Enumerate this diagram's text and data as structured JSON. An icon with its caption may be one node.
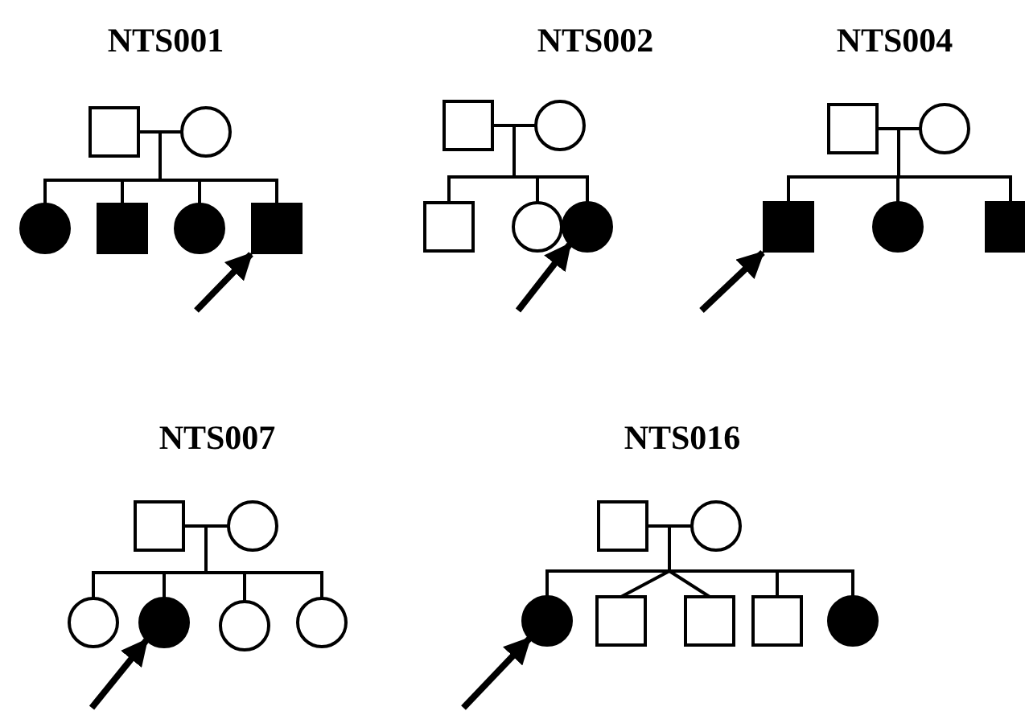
{
  "diagram": {
    "nodes": [
      {
        "text": [],
        "shape": "square"
      },
      {
        "text": [],
        "shape": "circle"
      },
      {
        "text": [],
        "shape": "filled-circle"
      },
      {
        "text": [],
        "shape": "filled-square"
      },
      {
        "text": [],
        "shape": "filled-circle"
      },
      {
        "text": [],
        "shape": "filled-square"
      },
      {
        "text": [],
        "shape": "square"
      },
      {
        "text": [],
        "shape": "circle"
      },
      {
        "text": [],
        "shape": "square"
      },
      {
        "text": [],
        "shape": "circle"
      },
      {
        "text": [],
        "shape": "filled-circle"
      },
      {
        "text": [],
        "shape": "square"
      },
      {
        "text": [],
        "shape": "circle"
      },
      {
        "text": [],
        "shape": "filled-square"
      },
      {
        "text": [],
        "shape": "filled-circle"
      },
      {
        "text": [],
        "shape": "filled-square"
      },
      {
        "text": [],
        "shape": "square"
      },
      {
        "text": [],
        "shape": "circle"
      },
      {
        "text": [],
        "shape": "circle"
      },
      {
        "text": [],
        "shape": "filled-circle"
      },
      {
        "text": [],
        "shape": "circle"
      },
      {
        "text": [],
        "shape": "circle"
      },
      {
        "text": [],
        "shape": "square"
      },
      {
        "text": [],
        "shape": "circle"
      },
      {
        "text": [],
        "shape": "filled-circle"
      },
      {
        "text": [],
        "shape": "square"
      },
      {
        "text": [],
        "shape": "square"
      },
      {
        "text": [],
        "shape": "square"
      },
      {
        "text": [],
        "shape": "filled-circle"
      }
    ],
    "edges": [
      {
        "from": 0,
        "to": 1,
        "arrow": "none"
      },
      {
        "from": 0,
        "to": 2,
        "arrow": "none"
      },
      {
        "from": 1,
        "to": 2,
        "arrow": "none"
      },
      {
        "from": 0,
        "to": 3,
        "arrow": "none"
      },
      {
        "from": 1,
        "to": 3,
        "arrow": "none"
      },
      {
        "from": 0,
        "to": 4,
        "arrow": "none"
      },
      {
        "from": 1,
        "to": 4,
        "arrow": "none"
      },
      {
        "from": 0,
        "to": 5,
        "arrow": "none"
      },
      {
        "from": 1,
        "to": 5,
        "arrow": "none"
      },
      {
        "from": 6,
        "to": 7,
        "arrow": "none"
      },
      {
        "from": 6,
        "to": 8,
        "arrow": "none"
      },
      {
        "from": 7,
        "to": 8,
        "arrow": "none"
      },
      {
        "from": 6,
        "to": 9,
        "arrow": "none"
      },
      {
        "from": 7,
        "to": 9,
        "arrow": "none"
      },
      {
        "from": 6,
        "to": 10,
        "arrow": "none"
      },
      {
        "from": 7,
        "to": 10,
        "arrow": "none"
      },
      {
        "from": 11,
        "to": 12,
        "arrow": "none"
      },
      {
        "from": 11,
        "to": 13,
        "arrow": "none"
      },
      {
        "from": 12,
        "to": 13,
        "arrow": "none"
      },
      {
        "from": 11,
        "to": 14,
        "arrow": "none"
      },
      {
        "from": 12,
        "to": 14,
        "arrow": "none"
      },
      {
        "from": 11,
        "to": 15,
        "arrow": "none"
      },
      {
        "from": 12,
        "to": 15,
        "arrow": "none"
      },
      {
        "from": 16,
        "to": 17,
        "arrow": "none"
      },
      {
        "from": 16,
        "to": 18,
        "arrow": "none"
      },
      {
        "from": 17,
        "to": 18,
        "arrow": "none"
      },
      {
        "from": 16,
        "to": 19,
        "arrow": "none"
      },
      {
        "from": 17,
        "to": 19,
        "arrow": "none"
      },
      {
        "from": 16,
        "to": 20,
        "arrow": "none"
      },
      {
        "from": 17,
        "to": 20,
        "arrow": "none"
      },
      {
        "from": 16,
        "to": 21,
        "arrow": "none"
      },
      {
        "from": 17,
        "to": 21,
        "arrow": "none"
      },
      {
        "from": 22,
        "to": 23,
        "arrow": "none"
      },
      {
        "from": 22,
        "to": 24,
        "arrow": "none"
      },
      {
        "from": 23,
        "to": 24,
        "arrow": "none"
      },
      {
        "from": 22,
        "to": 25,
        "arrow": "none"
      },
      {
        "from": 23,
        "to": 25,
        "arrow": "none"
      },
      {
        "from": 22,
        "to": 26,
        "arrow": "none"
      },
      {
        "from": 23,
        "to": 26,
        "arrow": "none"
      },
      {
        "from": 22,
        "to": 27,
        "arrow": "none"
      },
      {
        "from": 23,
        "to": 27,
        "arrow": "none"
      },
      {
        "from": 22,
        "to": 28,
        "arrow": "none"
      },
      {
        "from": 23,
        "to": 28,
        "arrow": "none"
      },
      {
        "from": null,
        "to": 5,
        "arrow": "to",
        "style": "thick"
      },
      {
        "from": null,
        "to": 10,
        "arrow": "to",
        "style": "thick"
      },
      {
        "from": null,
        "to": 13,
        "arrow": "to",
        "style": "thick"
      },
      {
        "from": null,
        "to": 19,
        "arrow": "to",
        "style": "thick"
      },
      {
        "from": null,
        "to": 24,
        "arrow": "to",
        "style": "thick"
      }
    ],
    "labels": [
      "NTS001",
      "NTS002",
      "NTS004",
      "NTS007",
      "NTS016"
    ]
  }
}
